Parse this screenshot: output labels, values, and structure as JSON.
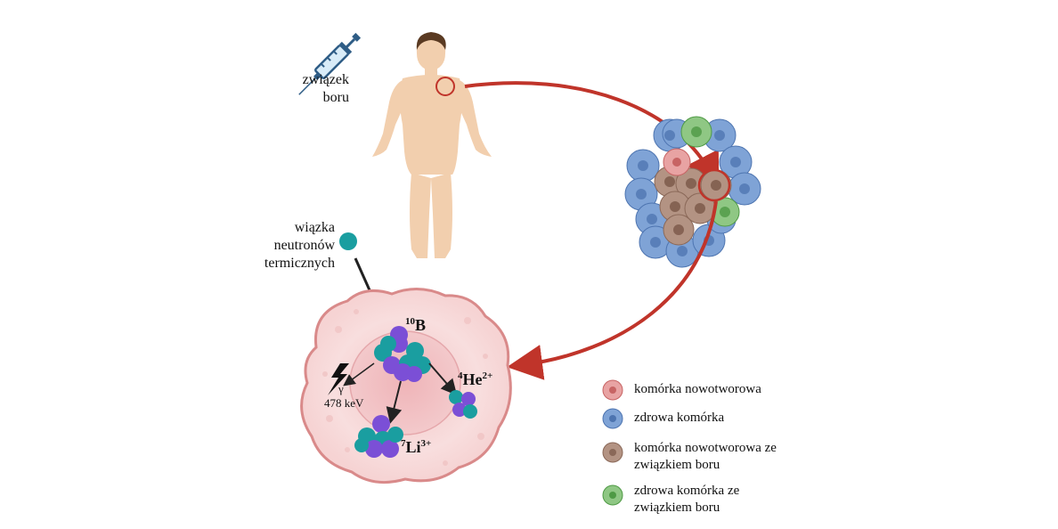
{
  "labels": {
    "boron_compound": [
      "związek",
      "boru"
    ],
    "neutron_beam": [
      "wiązka",
      "neutronów",
      "termicznych"
    ],
    "gamma_symbol": "γ",
    "gamma_energy": "478 keV",
    "boron_isotope": {
      "mass": "10",
      "symbol": "B"
    },
    "helium_isotope": {
      "mass": "4",
      "symbol": "He",
      "charge": "2+"
    },
    "lithium_isotope": {
      "mass": "7",
      "symbol": "Li",
      "charge": "3+"
    }
  },
  "legend": [
    {
      "lines": [
        "komórka nowotworowa"
      ],
      "color": "#e8a3a3",
      "core": "#c76464"
    },
    {
      "lines": [
        "zdrowa komórka"
      ],
      "color": "#7fa3d6",
      "core": "#4d74b0"
    },
    {
      "lines": [
        "komórka nowotworowa ze",
        "związkiem boru"
      ],
      "color": "#b39383",
      "core": "#8a6858"
    },
    {
      "lines": [
        "zdrowa komórka ze",
        "związkiem boru"
      ],
      "color": "#8fc784",
      "core": "#4f9a45"
    }
  ],
  "colors": {
    "arrow_red": "#c0342a",
    "skin": "#f2cfae",
    "hair": "#5a3a22",
    "neutron": "#1a9ea0",
    "proton": "#7b4fd6",
    "cell_body": "#f6d8d8",
    "cell_outline": "#d98a8a"
  }
}
